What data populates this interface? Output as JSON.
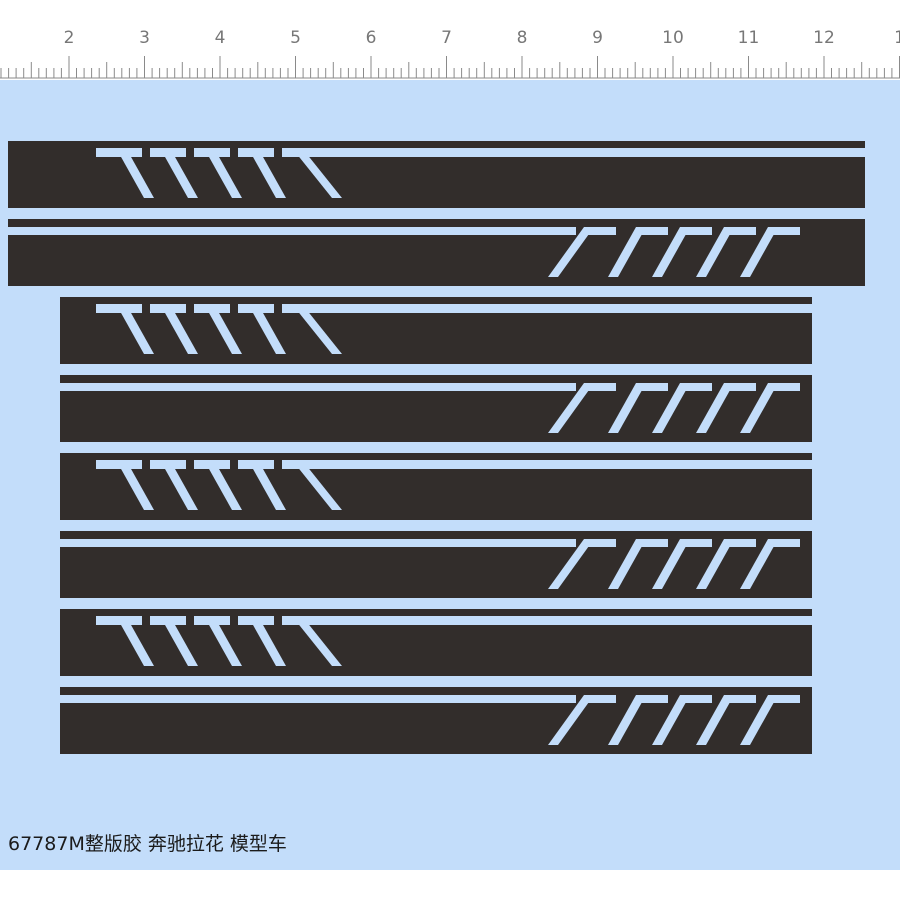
{
  "ruler": {
    "labels": [
      "2",
      "3",
      "4",
      "5",
      "6",
      "7",
      "8",
      "9",
      "10",
      "11",
      "12",
      "1"
    ],
    "unit": "cm"
  },
  "sheet": {
    "background_color": "#c3ddfa",
    "decal_color": "#322d2b"
  },
  "decals": [
    {
      "name": "stripe-left-1"
    },
    {
      "name": "stripe-right-1"
    },
    {
      "name": "stripe-left-2"
    },
    {
      "name": "stripe-right-2"
    },
    {
      "name": "stripe-left-3"
    },
    {
      "name": "stripe-right-3"
    },
    {
      "name": "stripe-left-4"
    },
    {
      "name": "stripe-right-4"
    }
  ],
  "caption": "67787M整版胶 奔驰拉花 模型车"
}
